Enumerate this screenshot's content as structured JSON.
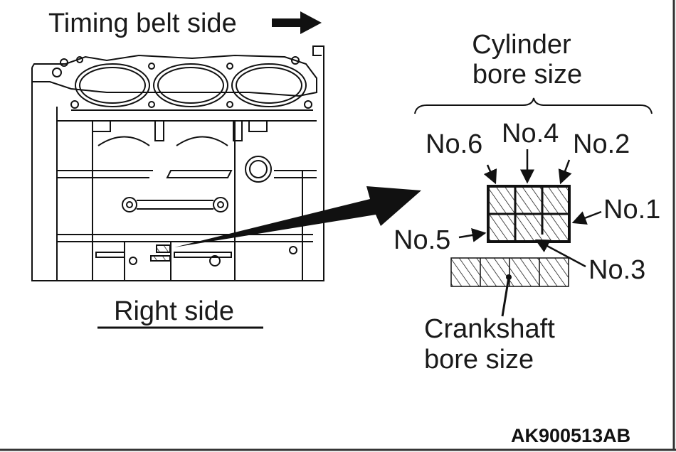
{
  "labels": {
    "timing_belt_side": "Timing belt side",
    "right_side": "Right side",
    "cylinder_bore_line1": "Cylinder",
    "cylinder_bore_line2": "bore size",
    "crankshaft_bore_line1": "Crankshaft",
    "crankshaft_bore_line2": "bore size",
    "no1": "No.1",
    "no2": "No.2",
    "no3": "No.3",
    "no4": "No.4",
    "no5": "No.5",
    "no6": "No.6",
    "figure_code": "AK900513AB"
  }
}
